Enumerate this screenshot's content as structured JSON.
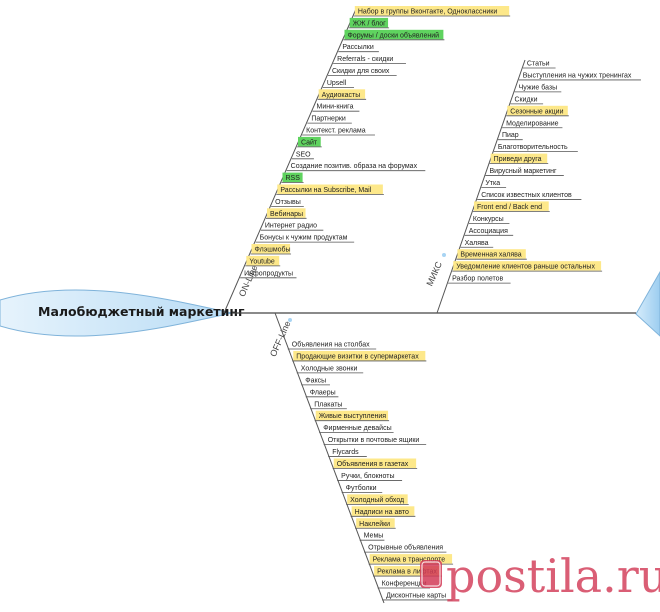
{
  "title": "Малобюджетный маркетинг",
  "colors": {
    "green": "#5fd35f",
    "yellow": "#fde88a",
    "tail": "#cfe7f9",
    "head": "#a8d4f3",
    "line": "#333333",
    "watermark": "#d23b57"
  },
  "watermark": "postila.ru",
  "branches": [
    {
      "label": "ON-Line",
      "items": [
        {
          "text": "Набор в группы Вконтакте, Одноклассники",
          "hl": "yellow"
        },
        {
          "text": "ЖЖ / блог",
          "hl": "green"
        },
        {
          "text": "Форумы / доски объявлений",
          "hl": "green"
        },
        {
          "text": "Рассылки",
          "hl": ""
        },
        {
          "text": "Referrals - скидки",
          "hl": ""
        },
        {
          "text": "Скидки для своих",
          "hl": ""
        },
        {
          "text": "Upsell",
          "hl": ""
        },
        {
          "text": "Аудиокасты",
          "hl": "yellow"
        },
        {
          "text": "Мини-книга",
          "hl": ""
        },
        {
          "text": "Партнерки",
          "hl": ""
        },
        {
          "text": "Контекст. реклама",
          "hl": ""
        },
        {
          "text": "Сайт",
          "hl": "green"
        },
        {
          "text": "SEO",
          "hl": ""
        },
        {
          "text": "Создание позитив. образа на форумах",
          "hl": ""
        },
        {
          "text": "RSS",
          "hl": "green"
        },
        {
          "text": "Рассылки на Subscribe, Mail",
          "hl": "yellow"
        },
        {
          "text": "Отзывы",
          "hl": ""
        },
        {
          "text": "Вебинары",
          "hl": "yellow"
        },
        {
          "text": "Интернет радио",
          "hl": ""
        },
        {
          "text": "Бонусы к чужим продуктам",
          "hl": ""
        },
        {
          "text": "Флэшмобы",
          "hl": "yellow"
        },
        {
          "text": "Youtube",
          "hl": "yellow"
        },
        {
          "text": "Инфопродукты",
          "hl": ""
        }
      ]
    },
    {
      "label": "МИКС",
      "items": [
        {
          "text": "Статьи",
          "hl": ""
        },
        {
          "text": "Выступления на чужих тренингах",
          "hl": ""
        },
        {
          "text": "Чужие базы",
          "hl": ""
        },
        {
          "text": "Скидки",
          "hl": ""
        },
        {
          "text": "Сезонные акции",
          "hl": "yellow"
        },
        {
          "text": "Моделирование",
          "hl": ""
        },
        {
          "text": "Пиар",
          "hl": ""
        },
        {
          "text": "Благотворительность",
          "hl": ""
        },
        {
          "text": "Приведи друга",
          "hl": "yellow"
        },
        {
          "text": "Вирусный маркетинг",
          "hl": ""
        },
        {
          "text": "Утка",
          "hl": ""
        },
        {
          "text": "Список известных клиентов",
          "hl": ""
        },
        {
          "text": "Front end / Back end",
          "hl": "yellow"
        },
        {
          "text": "Конкурсы",
          "hl": ""
        },
        {
          "text": "Ассоциация",
          "hl": ""
        },
        {
          "text": "Халява",
          "hl": ""
        },
        {
          "text": "Временная халява",
          "hl": "yellow"
        },
        {
          "text": "Уведомление клиентов раньше остальных",
          "hl": "yellow"
        },
        {
          "text": "Разбор полетов",
          "hl": ""
        }
      ]
    },
    {
      "label": "OFF-Line",
      "items": [
        {
          "text": "Объявления на столбах",
          "hl": ""
        },
        {
          "text": "Продающие визитки в супермаркетах",
          "hl": "yellow"
        },
        {
          "text": "Холодные звонки",
          "hl": ""
        },
        {
          "text": "Факсы",
          "hl": ""
        },
        {
          "text": "Флаеры",
          "hl": ""
        },
        {
          "text": "Плакаты",
          "hl": ""
        },
        {
          "text": "Живые выступления",
          "hl": "yellow"
        },
        {
          "text": "Фирменные девайсы",
          "hl": ""
        },
        {
          "text": "Открытки в почтовые ящики",
          "hl": ""
        },
        {
          "text": "Flycards",
          "hl": ""
        },
        {
          "text": "Объявления в газетах",
          "hl": "yellow"
        },
        {
          "text": "Ручки, блокноты",
          "hl": ""
        },
        {
          "text": "Футболки",
          "hl": ""
        },
        {
          "text": "Холодный обход",
          "hl": "yellow"
        },
        {
          "text": "Надписи на авто",
          "hl": "yellow"
        },
        {
          "text": "Наклейки",
          "hl": "yellow"
        },
        {
          "text": "Мемы",
          "hl": ""
        },
        {
          "text": "Отрывные объявления",
          "hl": ""
        },
        {
          "text": "Реклама в транспорте",
          "hl": "yellow"
        },
        {
          "text": "Реклама в лифтах",
          "hl": "yellow"
        },
        {
          "text": "Конференции",
          "hl": ""
        },
        {
          "text": "Дисконтные карты",
          "hl": ""
        }
      ]
    }
  ]
}
